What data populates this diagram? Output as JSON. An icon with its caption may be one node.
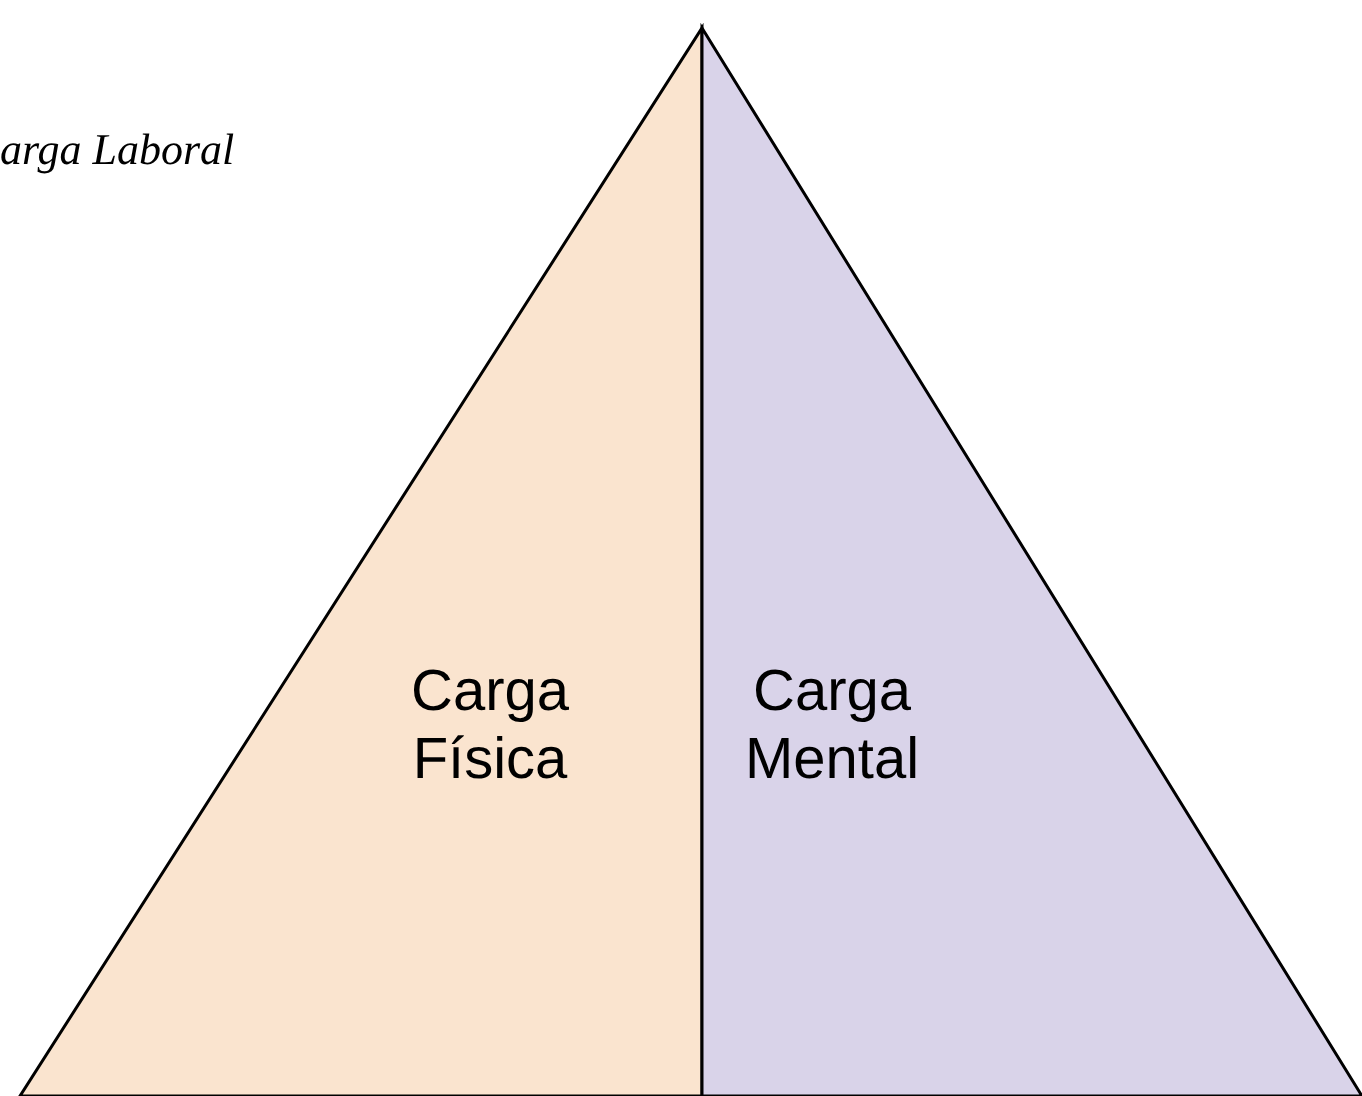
{
  "diagram": {
    "nodes": [
      {
        "text": [
          "Carga Física"
        ]
      },
      {
        "text": [
          "Carga Mental"
        ]
      }
    ],
    "labels": [
      "arga Laboral"
    ]
  }
}
